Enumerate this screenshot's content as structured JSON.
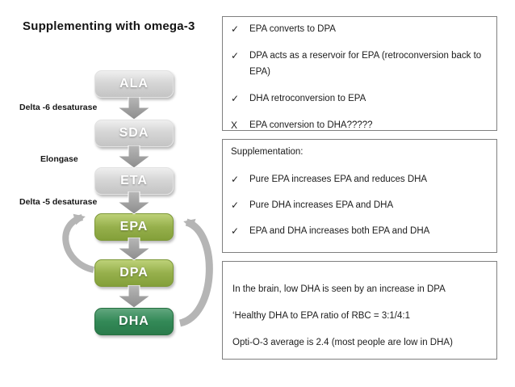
{
  "title": "Supplementing with omega-3",
  "colors": {
    "node_gray": "#d6d6d6",
    "node_olive": "#96b04c",
    "node_green": "#338957",
    "arrow_gray": "#9d9d9d",
    "curve_arrow_gray": "#b5b5b5",
    "panel_border": "#7f7f7f",
    "text": "#1c1c1c"
  },
  "diagram": {
    "nodes": [
      {
        "id": "ala",
        "label": "ALA",
        "style": "gray"
      },
      {
        "id": "sda",
        "label": "SDA",
        "style": "gray"
      },
      {
        "id": "eta",
        "label": "ETA",
        "style": "gray"
      },
      {
        "id": "epa",
        "label": "EPA",
        "style": "olive"
      },
      {
        "id": "dpa",
        "label": "DPA",
        "style": "olive"
      },
      {
        "id": "dha",
        "label": "DHA",
        "style": "green"
      }
    ],
    "enzymes": [
      {
        "id": "delta6",
        "label": "Delta -6 desaturase"
      },
      {
        "id": "elongase",
        "label": "Elongase"
      },
      {
        "id": "delta5",
        "label": "Delta -5 desaturase"
      }
    ]
  },
  "panels": {
    "conversion": {
      "items": [
        {
          "marker": "✓",
          "text": "EPA converts to DPA"
        },
        {
          "marker": "✓",
          "text": "DPA acts as a reservoir for EPA (retroconversion back to EPA)"
        },
        {
          "marker": "✓",
          "text": "DHA retroconversion to EPA"
        },
        {
          "marker": "X",
          "text": "EPA conversion to DHA?????"
        }
      ]
    },
    "supplementation": {
      "heading": "Supplementation:",
      "items": [
        {
          "marker": "✓",
          "text": "Pure EPA increases EPA and reduces DHA"
        },
        {
          "marker": "✓",
          "text": "Pure DHA increases EPA and DHA"
        },
        {
          "marker": "✓",
          "text": "EPA and DHA increases both EPA and DHA"
        }
      ]
    },
    "facts": {
      "lines": [
        "In the brain, low DHA is seen by an increase in DPA",
        "‘Healthy DHA to EPA ratio of RBC = 3:1/4:1",
        "Opti-O-3 average is 2.4 (most people are low in DHA)"
      ]
    }
  }
}
